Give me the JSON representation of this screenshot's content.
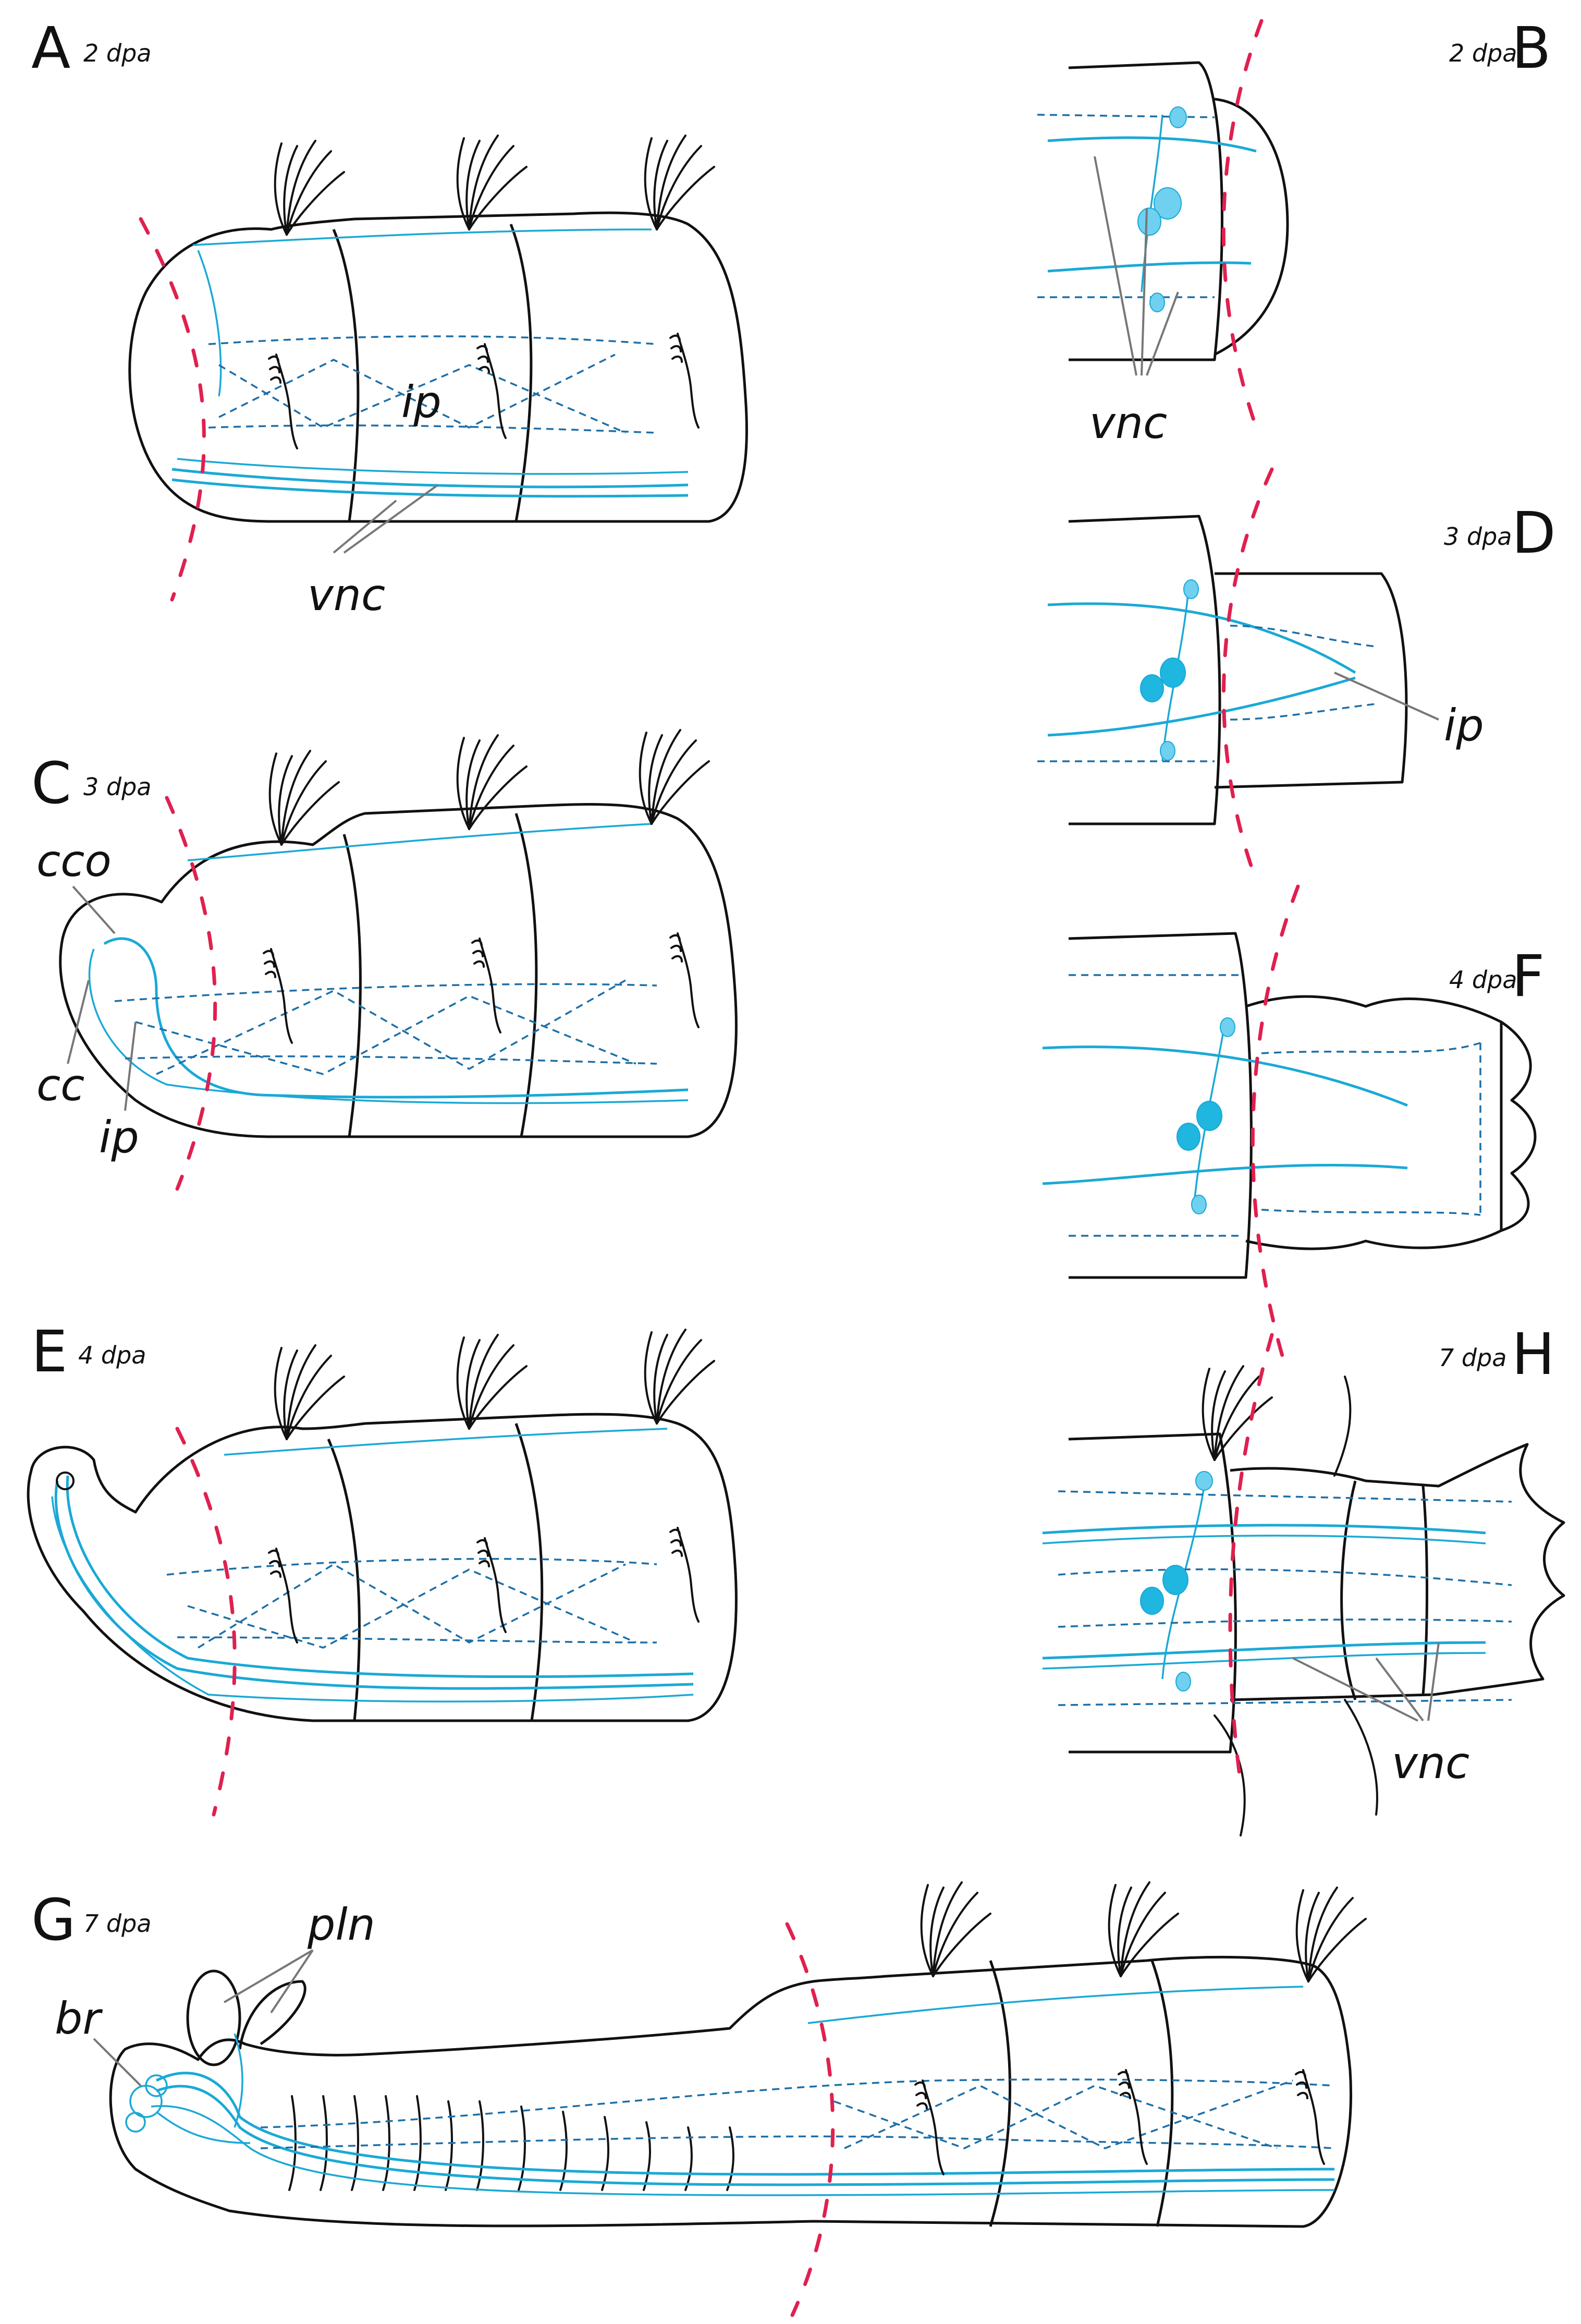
{
  "panels": {
    "A": {
      "letter": "A",
      "stage": "2 dpa"
    },
    "B": {
      "letter": "B",
      "stage": "2 dpa"
    },
    "C": {
      "letter": "C",
      "stage": "3 dpa"
    },
    "D": {
      "letter": "D",
      "stage": "3 dpa"
    },
    "E": {
      "letter": "E",
      "stage": "4 dpa"
    },
    "F": {
      "letter": "F",
      "stage": "4 dpa"
    },
    "G": {
      "letter": "G",
      "stage": "7 dpa"
    },
    "H": {
      "letter": "H",
      "stage": "7 dpa"
    }
  },
  "labels": {
    "vnc": "vnc",
    "ip": "ip",
    "cco": "cco",
    "cc": "cc",
    "pln": "pln",
    "br": "br"
  },
  "colors": {
    "outline": "#111111",
    "nerve": "#1aa9d6",
    "dashed_nerve": "#1d6fa8",
    "amputation_line": "#e0204f"
  }
}
